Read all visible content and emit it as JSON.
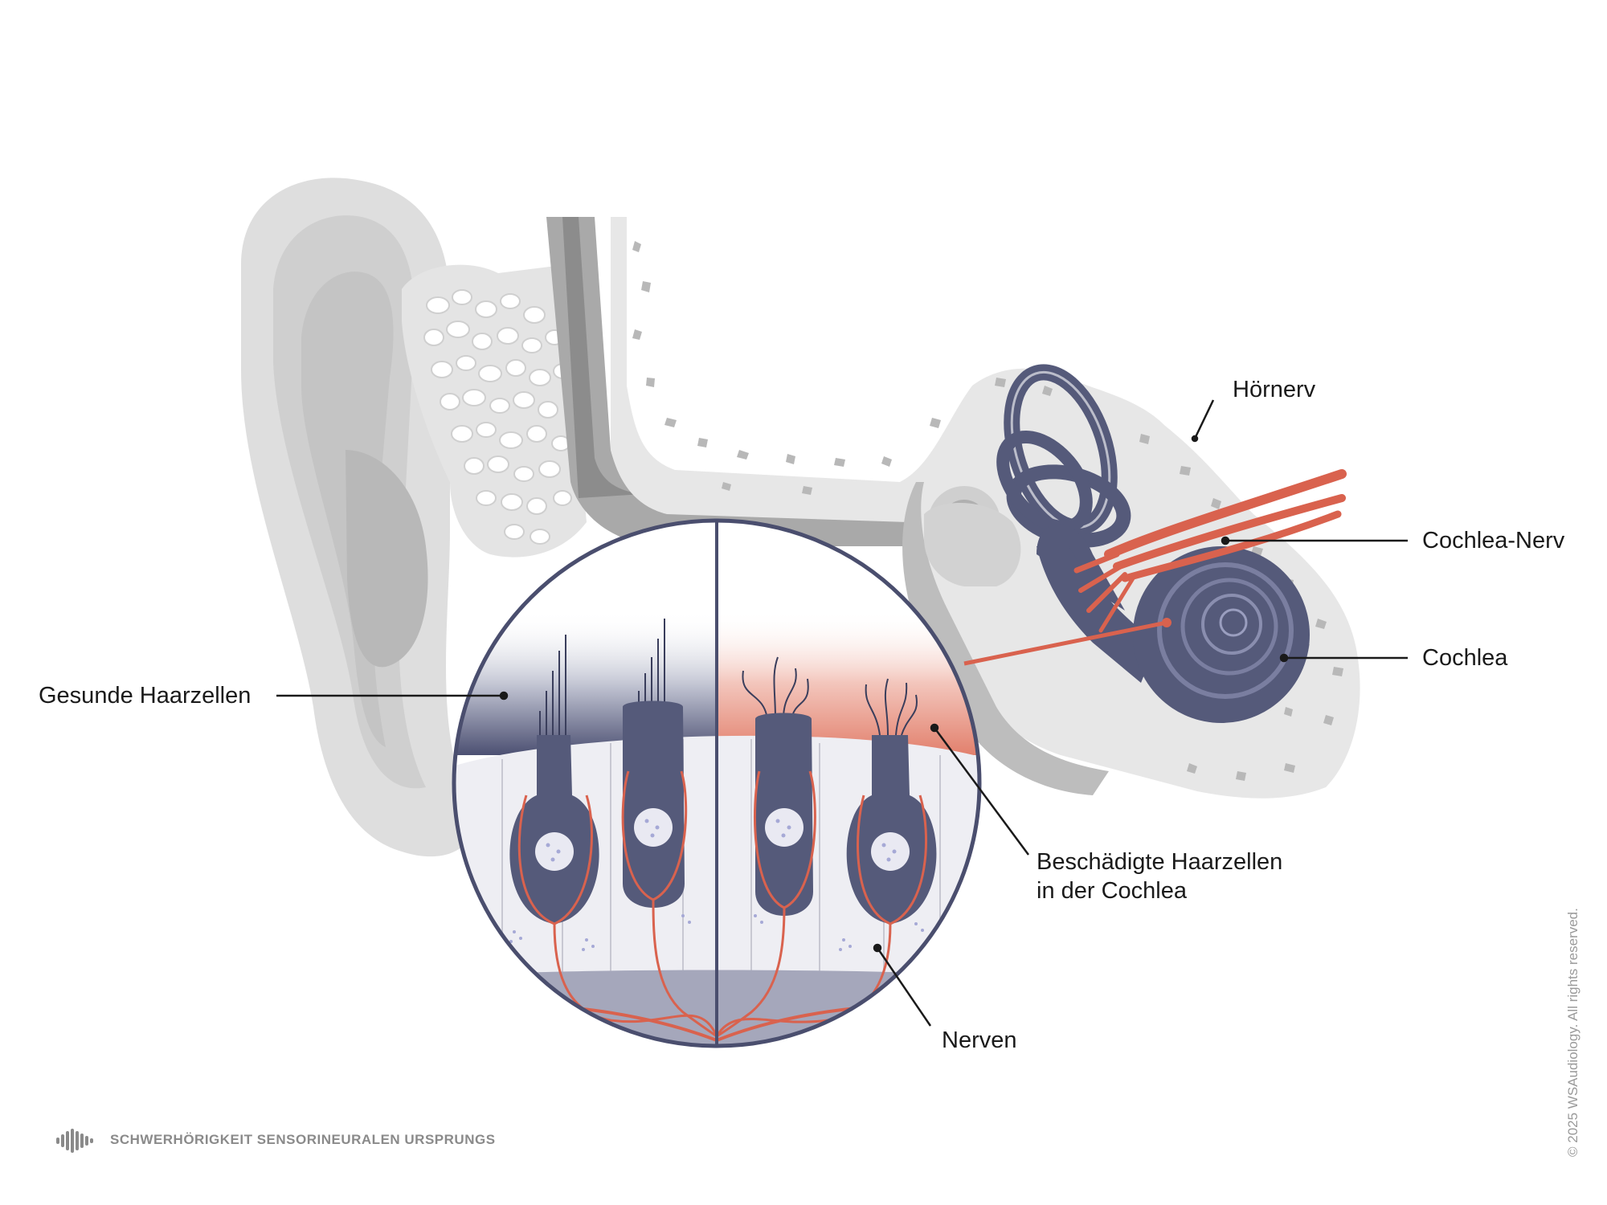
{
  "labels": {
    "hoernerv": "Hörnerv",
    "cochlea_nerv": "Cochlea-Nerv",
    "cochlea": "Cochlea",
    "gesunde_haarzellen": "Gesunde Haarzellen",
    "beschaedigte_line1": "Beschädigte Haarzellen",
    "beschaedigte_line2": "in der Cochlea",
    "nerven": "Nerven"
  },
  "footer": {
    "title": "SCHWERHÖRIGKEIT SENSORINEURALEN URSPRUNGS",
    "copyright": "© 2025 WSAudiology. All rights reserved."
  },
  "colors": {
    "cell_navy": "#555a7a",
    "outline_navy": "#4a4e6e",
    "nerve_red": "#d9624e",
    "bone_gray": "#e6e6e6",
    "ear_gray": "#d7d7d7",
    "damage_pink": "#e8907f"
  },
  "icons": {
    "footer_logo": "sound-wave-icon"
  }
}
